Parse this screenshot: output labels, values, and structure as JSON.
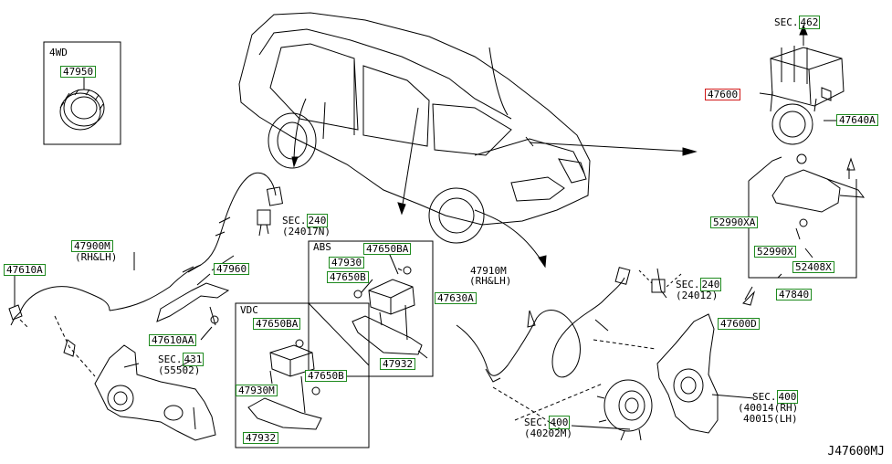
{
  "diagram_id": "J47600MJ",
  "group_labels": {
    "fourwd": "4WD",
    "abs": "ABS",
    "vdc": "VDC"
  },
  "parts": {
    "p47950": "47950",
    "p47900M": "47900M",
    "p47900M_note": "(RH&LH)",
    "p47610A": "47610A",
    "p47960": "47960",
    "p47610AA": "47610AA",
    "p47650BA_abs": "47650BA",
    "p47930_abs": "47930",
    "p47650B_abs": "47650B",
    "p47932_abs": "47932",
    "p47650BA_vdc": "47650BA",
    "p47930M": "47930M",
    "p47650B_vdc": "47650B",
    "p47932_vdc": "47932",
    "p47910M": "47910M",
    "p47910M_note": "(RH&LH)",
    "p47630A": "47630A",
    "p47600": "47600",
    "p47640A": "47640A",
    "p52990XA": "52990XA",
    "p52990X": "52990X",
    "p52408X": "52408X",
    "p47840": "47840",
    "p47600D": "47600D"
  },
  "sections": {
    "s462_prefix": "SEC.",
    "s462_num": "462",
    "s240a_prefix": "SEC.",
    "s240a_num": "240",
    "s240a_sub": "(24017N)",
    "s240b_prefix": "SEC.",
    "s240b_num": "240",
    "s240b_sub": "(24012)",
    "s431_prefix": "SEC.",
    "s431_num": "431",
    "s431_sub": "(55502)",
    "s400a_prefix": "SEC.",
    "s400a_num": "400",
    "s400a_sub": "(40202M)",
    "s400b_prefix": "SEC.",
    "s400b_num": "400",
    "s400b_sub1": "(40014(RH)",
    "s400b_sub2": "40015(LH)"
  },
  "colors": {
    "ink": "#000000",
    "callout_box": "#1e8a1e",
    "highlight_box": "#d01818",
    "background": "#ffffff"
  }
}
